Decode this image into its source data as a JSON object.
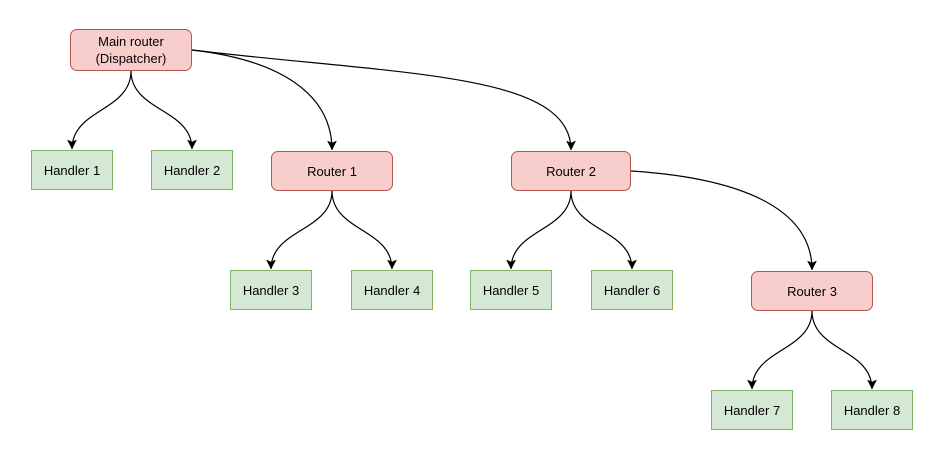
{
  "diagram": {
    "type": "tree",
    "colors": {
      "router_fill": "#f8cecc",
      "router_border": "#b85450",
      "handler_fill": "#d5e8d4",
      "handler_border": "#82b366",
      "edge": "#000000",
      "text": "#000000",
      "background": "#ffffff"
    },
    "nodes": {
      "main_router": {
        "label": "Main router\n(Dispatcher)",
        "type": "router"
      },
      "handler1": {
        "label": "Handler 1",
        "type": "handler"
      },
      "handler2": {
        "label": "Handler 2",
        "type": "handler"
      },
      "router1": {
        "label": "Router 1",
        "type": "router"
      },
      "handler3": {
        "label": "Handler 3",
        "type": "handler"
      },
      "handler4": {
        "label": "Handler 4",
        "type": "handler"
      },
      "router2": {
        "label": "Router 2",
        "type": "router"
      },
      "handler5": {
        "label": "Handler 5",
        "type": "handler"
      },
      "handler6": {
        "label": "Handler 6",
        "type": "handler"
      },
      "router3": {
        "label": "Router 3",
        "type": "router"
      },
      "handler7": {
        "label": "Handler 7",
        "type": "handler"
      },
      "handler8": {
        "label": "Handler 8",
        "type": "handler"
      }
    },
    "edges": [
      {
        "from": "Main router (Dispatcher)",
        "to": "Handler 1"
      },
      {
        "from": "Main router (Dispatcher)",
        "to": "Handler 2"
      },
      {
        "from": "Main router (Dispatcher)",
        "to": "Router 1"
      },
      {
        "from": "Main router (Dispatcher)",
        "to": "Router 2"
      },
      {
        "from": "Router 1",
        "to": "Handler 3"
      },
      {
        "from": "Router 1",
        "to": "Handler 4"
      },
      {
        "from": "Router 2",
        "to": "Handler 5"
      },
      {
        "from": "Router 2",
        "to": "Handler 6"
      },
      {
        "from": "Router 2",
        "to": "Router 3"
      },
      {
        "from": "Router 3",
        "to": "Handler 7"
      },
      {
        "from": "Router 3",
        "to": "Handler 8"
      }
    ]
  }
}
